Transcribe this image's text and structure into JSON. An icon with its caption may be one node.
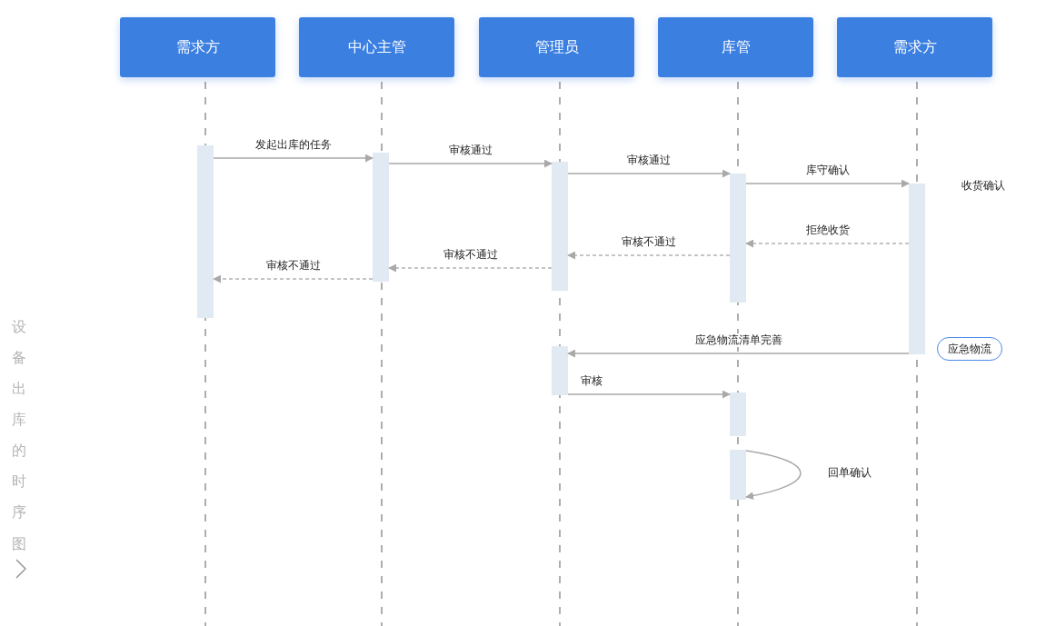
{
  "diagram": {
    "nodes": [
      {
        "text": [
          "需求方"
        ]
      },
      {
        "text": [
          "中心主管"
        ]
      },
      {
        "text": [
          "管理员"
        ]
      },
      {
        "text": [
          "库管"
        ]
      },
      {
        "text": [
          "需求方"
        ]
      },
      {
        "text": [],
        "shape": "bar"
      },
      {
        "text": [],
        "shape": "bar"
      },
      {
        "text": [],
        "shape": "bar"
      },
      {
        "text": [],
        "shape": "bar"
      },
      {
        "text": [],
        "shape": "bar",
        "beside": [
          "收货确认"
        ]
      },
      {
        "text": [
          "应急物流"
        ]
      },
      {
        "text": [],
        "shape": "bar"
      },
      {
        "text": [],
        "shape": "bar"
      },
      {
        "text": [],
        "shape": "bar"
      }
    ],
    "edges": [
      {
        "from": 5,
        "to": 6,
        "arrow": "to",
        "label": "发起出库的任务"
      },
      {
        "from": 6,
        "to": 7,
        "arrow": "to",
        "label": "审核通过"
      },
      {
        "from": 7,
        "to": 8,
        "arrow": "to",
        "label": "审核通过"
      },
      {
        "from": 8,
        "to": 9,
        "arrow": "to",
        "label": "库守确认"
      },
      {
        "from": 9,
        "to": 8,
        "arrow": "to",
        "label": "拒绝收货",
        "style": "dashed"
      },
      {
        "from": 8,
        "to": 7,
        "arrow": "to",
        "label": "审核不通过",
        "style": "dashed"
      },
      {
        "from": 7,
        "to": 6,
        "arrow": "to",
        "label": "审核不通过",
        "style": "dashed"
      },
      {
        "from": 6,
        "to": 5,
        "arrow": "to",
        "label": "审核不通过",
        "style": "dashed"
      },
      {
        "from": 9,
        "to": 11,
        "arrow": "to",
        "label": "应急物流清单完善"
      },
      {
        "from": 11,
        "to": 12,
        "arrow": "to",
        "label": "审核"
      },
      {
        "from": 13,
        "to": 13,
        "arrow": "to",
        "label": "回单确认"
      }
    ],
    "labels": [
      "设备出库的时序图"
    ]
  }
}
